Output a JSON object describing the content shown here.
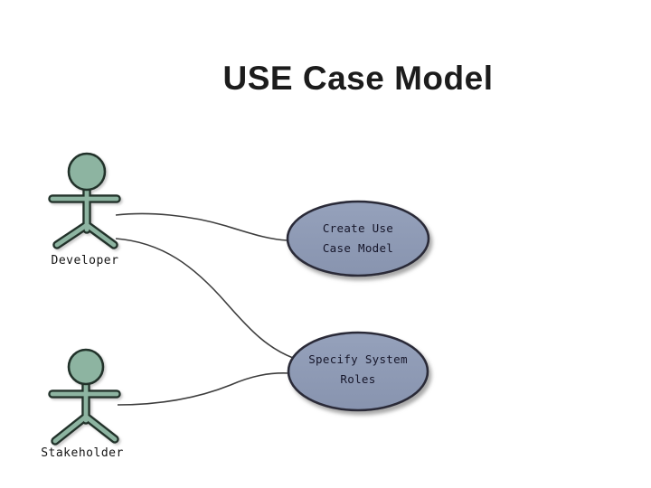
{
  "title": "USE Case Model",
  "diagram": {
    "type": "uml-use-case",
    "actors": [
      {
        "label": "Developer"
      },
      {
        "label": "Stakeholder"
      }
    ],
    "use_cases": [
      {
        "line1": "Create Use",
        "line2": "Case Model"
      },
      {
        "line1": "Specify System",
        "line2": "Roles"
      }
    ],
    "associations": [
      {
        "from": "Developer",
        "to": "Create Use Case Model"
      },
      {
        "from": "Developer",
        "to": "Specify System Roles"
      },
      {
        "from": "Stakeholder",
        "to": "Specify System Roles"
      }
    ],
    "colors": {
      "background": "#ffffff",
      "title_text": "#1c1c1c",
      "actor_fill": "#8db4a1",
      "actor_outline": "#22332b",
      "usecase_fill": "#8894af",
      "usecase_fill_light": "#95a1bb",
      "usecase_outline": "#2a2b37",
      "connector": "#3d3d3d",
      "label_text": "#141414",
      "usecase_text": "#16162a",
      "shadow": "#8a8a8a"
    }
  }
}
